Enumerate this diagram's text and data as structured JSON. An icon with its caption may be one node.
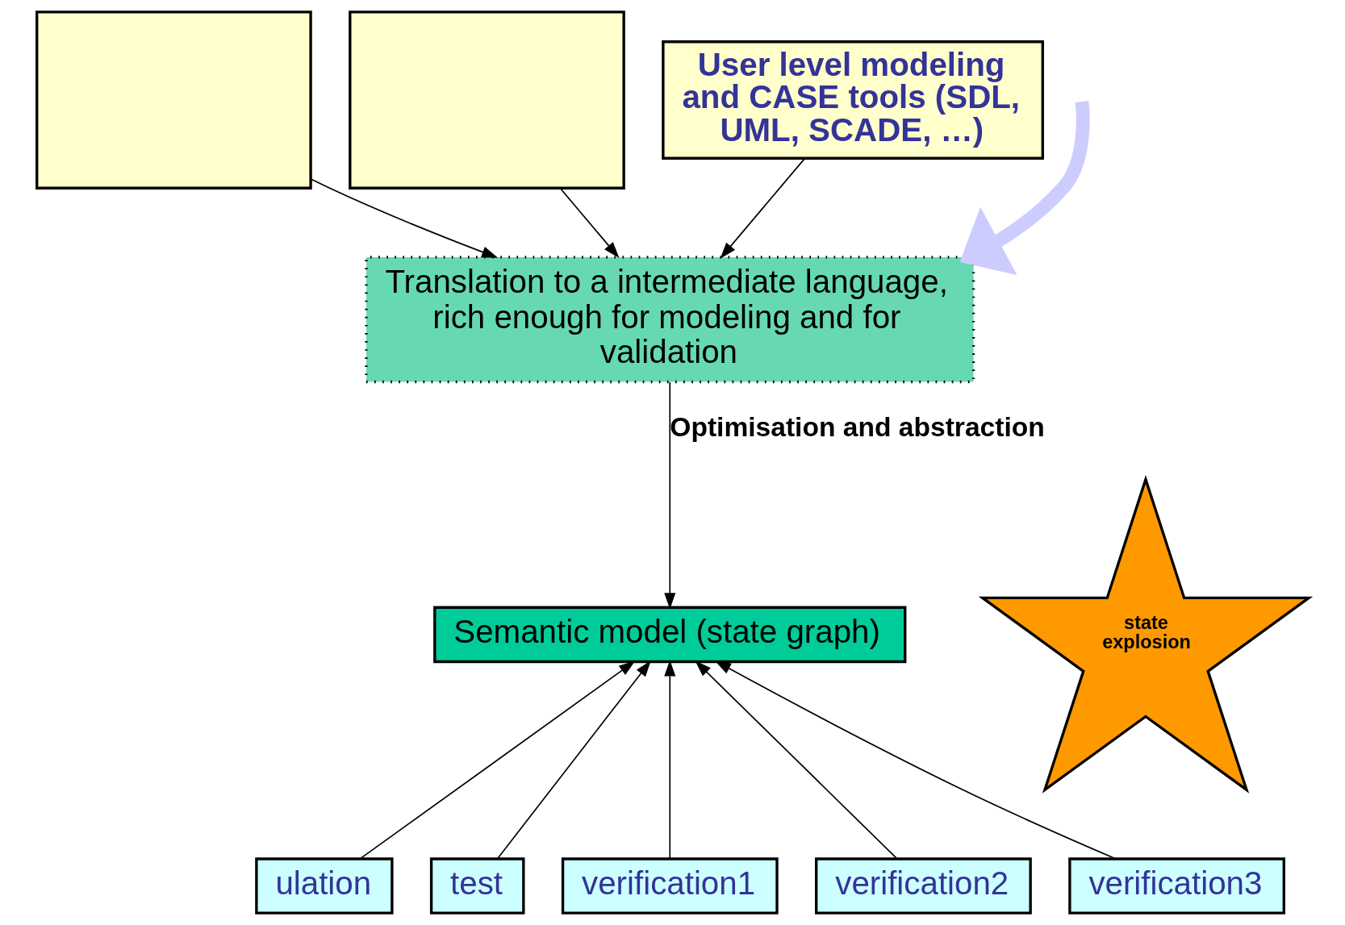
{
  "diagram": {
    "nodes": [
      {
        "text": [],
        "shape": "box"
      },
      {
        "text": [],
        "shape": "box"
      },
      {
        "text": [
          "User level modeling and CASE tools (SDL, UML, SCADE, …)"
        ]
      },
      {
        "text": [
          "Translation to a intermediate language, rich enough for modeling and for validation"
        ]
      },
      {
        "text": [
          "Semantic model (state graph)"
        ]
      },
      {
        "text": [
          "state explosion"
        ]
      },
      {
        "text": [
          "ulation"
        ]
      },
      {
        "text": [
          "test"
        ]
      },
      {
        "text": [
          "verification1"
        ]
      },
      {
        "text": [
          "verification2"
        ]
      },
      {
        "text": [
          "verification3"
        ]
      }
    ],
    "edges": [
      {
        "from": 0,
        "to": 3,
        "arrow": "to"
      },
      {
        "from": 1,
        "to": 3,
        "arrow": "to"
      },
      {
        "from": 2,
        "to": 3,
        "arrow": "to"
      },
      {
        "from": 3,
        "to": 4,
        "arrow": "to",
        "label": "Optimisation and abstraction"
      },
      {
        "from": 6,
        "to": 4,
        "arrow": "to"
      },
      {
        "from": 7,
        "to": 4,
        "arrow": "to"
      },
      {
        "from": 8,
        "to": 4,
        "arrow": "to"
      },
      {
        "from": 9,
        "to": 4,
        "arrow": "to"
      },
      {
        "from": 10,
        "to": 4,
        "arrow": "to"
      },
      {
        "from": null,
        "to": 3,
        "arrow": "to",
        "style": "thick",
        "color": "#ccccff"
      }
    ]
  }
}
